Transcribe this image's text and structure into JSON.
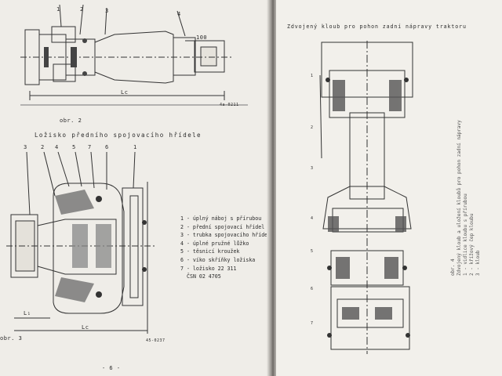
{
  "left_page": {
    "fig_top": {
      "label": "obr. 2",
      "code": "4a-0211",
      "dim_lc": "Lc",
      "dim_100": "100",
      "numbers": [
        "1",
        "2",
        "3",
        "4"
      ]
    },
    "section_title": "Ložisko předního spojovacího hřídele",
    "fig_bottom": {
      "label": "obr. 3",
      "code": "45-0237",
      "dim_l1": "L₁",
      "dim_lc": "Lc",
      "numbers": [
        "3",
        "2",
        "4",
        "5",
        "7",
        "6",
        "1"
      ],
      "legend": [
        "1 - úplný náboj s přírubou",
        "2 - přední spojovací hřídel",
        "3 - trubka spojovacího hřídele",
        "4 - úplné pružné lůžko",
        "5 - těsnicí kroužek",
        "6 - víko skříňky ložiska",
        "7 - ložisko 22 311",
        "ČSN 02 4705"
      ]
    },
    "page_number": "- 6 -"
  },
  "right_page": {
    "title": "Zdvojený kloub pro pohon zadní nápravy traktoru",
    "rotated_caption": [
      "obr. 4",
      "Zdvojený kloub a uložení kloubů pro pohon zadní nápravy",
      "1 - vidlice kloubu s přírubou",
      "2 - křížový čep kloubu",
      "3 - kloub"
    ],
    "side_marks": [
      "1",
      "2",
      "3",
      "4",
      "5",
      "6",
      "7"
    ]
  }
}
